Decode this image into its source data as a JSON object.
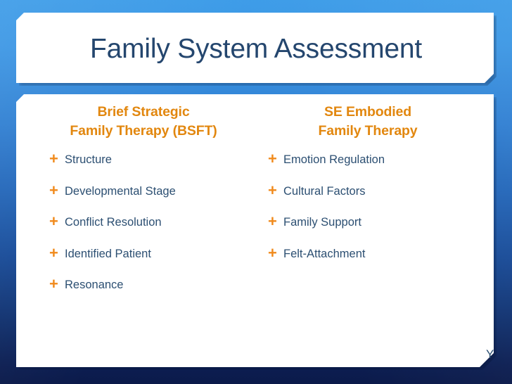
{
  "slide": {
    "title": "Family System Assessment",
    "corner_mark": "Y",
    "colors": {
      "background_top": "#3d9ce8",
      "background_bottom": "#0b1a4a",
      "panel": "#ffffff",
      "title_text": "#24466e",
      "heading_orange": "#e2870f",
      "bullet_orange": "#f08a1c",
      "body_text": "#2c4f72"
    }
  },
  "columns": [
    {
      "heading_line1": "Brief Strategic",
      "heading_line2": "Family Therapy (BSFT)",
      "items": [
        {
          "bullet": "plus",
          "label": "Structure"
        },
        {
          "bullet": "plus",
          "label": "Developmental Stage"
        },
        {
          "bullet": "plus",
          "label": "Conflict Resolution"
        },
        {
          "bullet": "plus",
          "label": "Identified Patient"
        },
        {
          "bullet": "plus",
          "label": "Resonance"
        }
      ]
    },
    {
      "heading_line1": "SE Embodied",
      "heading_line2": "Family Therapy",
      "items": [
        {
          "bullet": "plus",
          "label": "Emotion Regulation"
        },
        {
          "bullet": "plus",
          "label": "Cultural Factors"
        },
        {
          "bullet": "plus",
          "label": "Family Support"
        },
        {
          "bullet": "plus",
          "label": "Felt-Attachment"
        }
      ]
    }
  ],
  "glyphs": {
    "plus": "+"
  }
}
